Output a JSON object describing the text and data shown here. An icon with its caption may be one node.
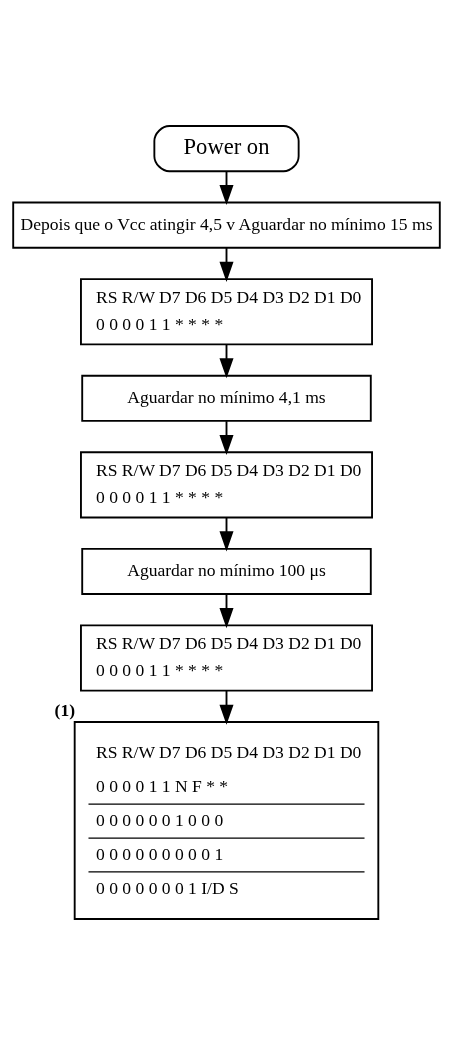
{
  "diagram": {
    "nodes": [
      {
        "text": [
          "Power on"
        ]
      },
      {
        "text": [
          "Depois que o Vcc atingir 4,5 v Aguardar no mínimo 15 ms"
        ]
      },
      {
        "text": [
          "RS R/W D7 D6 D5 D4 D3 D2 D1 D0",
          "0 0 0 0 1 1 * * * *"
        ]
      },
      {
        "text": [
          "Aguardar no mínimo 4,1 ms"
        ]
      },
      {
        "text": [
          "RS R/W D7 D6 D5 D4 D3 D2 D1 D0",
          "0 0 0 0 1 1 * * * *"
        ]
      },
      {
        "text": [
          "Aguardar no mínimo 100 μs"
        ]
      },
      {
        "text": [
          "RS R/W D7 D6 D5 D4 D3 D2 D1 D0",
          "0 0 0 0 1 1 * * * *"
        ]
      },
      {
        "text": [
          "RS R/W D7 D6 D5 D4 D3 D2 D1 D0",
          "0 0 0 0 1 1 N F * *",
          "0 0 0 0 0 0 1 0 0 0",
          "0 0 0 0 0 0 0 0 0 1",
          "0 0 0 0 0 0 0 1 I/D S"
        ],
        "beside": [
          "(1)"
        ]
      }
    ],
    "edges": [
      {
        "from": 0,
        "to": 1,
        "arrow": "to"
      },
      {
        "from": 1,
        "to": 2,
        "arrow": "to"
      },
      {
        "from": 2,
        "to": 3,
        "arrow": "to"
      },
      {
        "from": 3,
        "to": 4,
        "arrow": "to"
      },
      {
        "from": 4,
        "to": 5,
        "arrow": "to"
      },
      {
        "from": 5,
        "to": 6,
        "arrow": "to"
      },
      {
        "from": 6,
        "to": 7,
        "arrow": "to"
      }
    ]
  }
}
